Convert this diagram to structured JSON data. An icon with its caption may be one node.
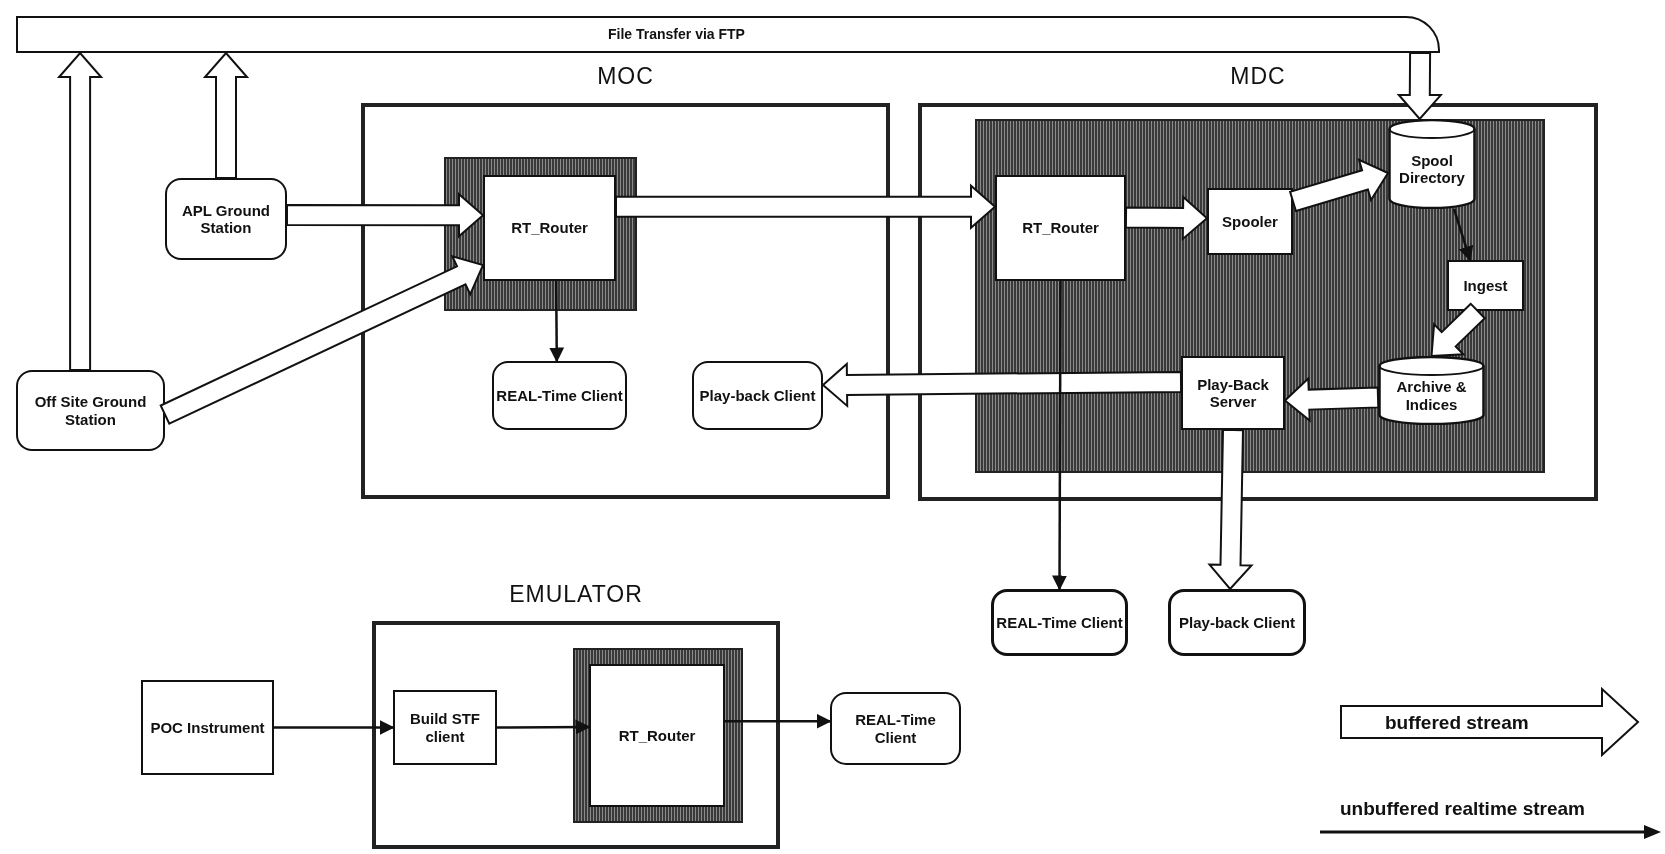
{
  "diagram": {
    "nodes": [
      {
        "text": [
          "MOC"
        ]
      },
      {
        "text": [],
        "shape": "box",
        "in": 0
      },
      {
        "text": [
          "RT_Router"
        ],
        "in": 1
      },
      {
        "text": [
          "REAL-Time Client"
        ],
        "in": 0
      },
      {
        "text": [
          "Play-back Client"
        ],
        "in": 0
      },
      {
        "text": [
          "MDC"
        ]
      },
      {
        "text": [],
        "shape": "box",
        "in": 5
      },
      {
        "text": [
          "RT_Router"
        ],
        "in": 6
      },
      {
        "text": [
          "Spooler"
        ],
        "in": 6
      },
      {
        "text": [
          "Spool Directory"
        ],
        "in": 6
      },
      {
        "text": [
          "Ingest"
        ],
        "in": 6
      },
      {
        "text": [
          "Archive & Indices"
        ],
        "in": 6
      },
      {
        "text": [
          "Play-Back Server"
        ],
        "in": 6
      },
      {
        "text": [
          "REAL-Time Client"
        ]
      },
      {
        "text": [
          "Play-back Client"
        ]
      },
      {
        "text": [
          "APL Ground Station"
        ]
      },
      {
        "text": [
          "Off Site Ground Station"
        ]
      },
      {
        "text": [
          "EMULATOR"
        ]
      },
      {
        "text": [
          "Build STF client"
        ],
        "in": 17
      },
      {
        "text": [],
        "shape": "box",
        "in": 17
      },
      {
        "text": [
          "RT_Router"
        ],
        "in": 19
      },
      {
        "text": [
          "POC Instrument"
        ]
      },
      {
        "text": [
          "REAL-Time Client"
        ]
      },
      {
        "text": [
          "File Transfer via FTP"
        ]
      }
    ],
    "edges": [
      {
        "from": 15,
        "to": 2,
        "arrow": "to",
        "style": "thick"
      },
      {
        "from": 16,
        "to": 2,
        "arrow": "to",
        "style": "thick"
      },
      {
        "from": 2,
        "to": 7,
        "arrow": "to",
        "style": "thick"
      },
      {
        "from": 7,
        "to": 8,
        "arrow": "to",
        "style": "thick"
      },
      {
        "from": 8,
        "to": 9,
        "arrow": "to",
        "style": "thick"
      },
      {
        "from": 9,
        "to": 10,
        "arrow": "to"
      },
      {
        "from": 10,
        "to": 11,
        "arrow": "to",
        "style": "thick"
      },
      {
        "from": 11,
        "to": 12,
        "arrow": "to",
        "style": "thick"
      },
      {
        "from": 12,
        "to": 4,
        "arrow": "to",
        "style": "thick"
      },
      {
        "from": 12,
        "to": 14,
        "arrow": "to",
        "style": "thick"
      },
      {
        "from": 7,
        "to": 13,
        "arrow": "to"
      },
      {
        "from": 2,
        "to": 3,
        "arrow": "to"
      },
      {
        "from": 15,
        "to": 23,
        "arrow": "to",
        "style": "thick"
      },
      {
        "from": 16,
        "to": 23,
        "arrow": "to",
        "style": "thick"
      },
      {
        "from": 23,
        "to": 9,
        "arrow": "to",
        "style": "thick"
      },
      {
        "from": 21,
        "to": 18,
        "arrow": "to"
      },
      {
        "from": 18,
        "to": 20,
        "arrow": "to"
      },
      {
        "from": 20,
        "to": 22,
        "arrow": "to"
      }
    ],
    "legend": [
      {
        "text": "buffered stream"
      },
      {
        "text": "unbuffered realtime stream"
      }
    ]
  }
}
